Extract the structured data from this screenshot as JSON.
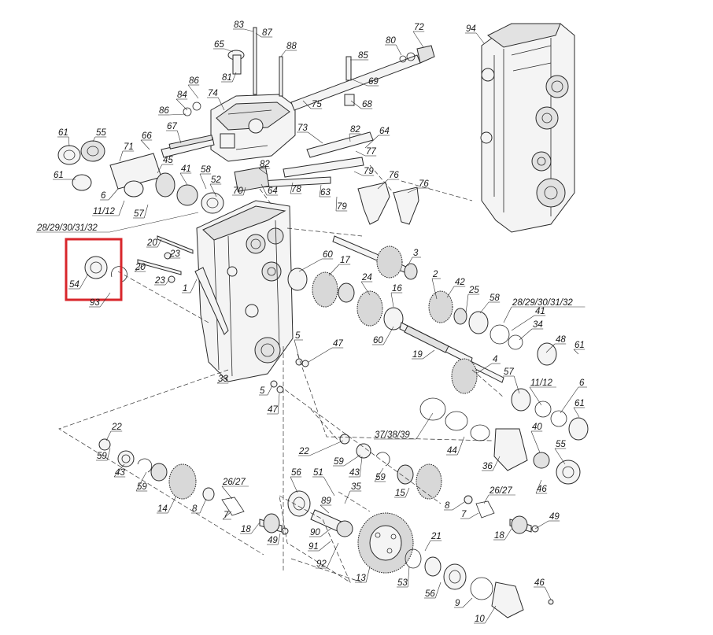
{
  "diagram": {
    "highlight": {
      "color": "#d8262b",
      "labels": [
        "54",
        "93"
      ]
    },
    "callouts": [
      {
        "id": "c83",
        "t": "83"
      },
      {
        "id": "c87",
        "t": "87"
      },
      {
        "id": "c88",
        "t": "88"
      },
      {
        "id": "c72",
        "t": "72"
      },
      {
        "id": "c80",
        "t": "80"
      },
      {
        "id": "c94",
        "t": "94"
      },
      {
        "id": "c65",
        "t": "65"
      },
      {
        "id": "c85",
        "t": "85"
      },
      {
        "id": "c81",
        "t": "81"
      },
      {
        "id": "c69",
        "t": "69"
      },
      {
        "id": "c86a",
        "t": "86"
      },
      {
        "id": "c84",
        "t": "84"
      },
      {
        "id": "c74",
        "t": "74"
      },
      {
        "id": "c75",
        "t": "75"
      },
      {
        "id": "c68",
        "t": "68"
      },
      {
        "id": "c86b",
        "t": "86"
      },
      {
        "id": "c67",
        "t": "67"
      },
      {
        "id": "c73",
        "t": "73"
      },
      {
        "id": "c82a",
        "t": "82"
      },
      {
        "id": "c64a",
        "t": "64"
      },
      {
        "id": "c61a",
        "t": "61"
      },
      {
        "id": "c55a",
        "t": "55"
      },
      {
        "id": "c66",
        "t": "66"
      },
      {
        "id": "c71",
        "t": "71"
      },
      {
        "id": "c77",
        "t": "77"
      },
      {
        "id": "c45",
        "t": "45"
      },
      {
        "id": "c82b",
        "t": "82"
      },
      {
        "id": "c79a",
        "t": "79"
      },
      {
        "id": "c61b",
        "t": "61"
      },
      {
        "id": "c41a",
        "t": "41"
      },
      {
        "id": "c58a",
        "t": "58"
      },
      {
        "id": "c52",
        "t": "52"
      },
      {
        "id": "c70",
        "t": "70"
      },
      {
        "id": "c64b",
        "t": "64"
      },
      {
        "id": "c78",
        "t": "78"
      },
      {
        "id": "c63",
        "t": "63"
      },
      {
        "id": "c76a",
        "t": "76"
      },
      {
        "id": "c76b",
        "t": "76"
      },
      {
        "id": "c6a",
        "t": "6"
      },
      {
        "id": "c1112a",
        "t": "11/12"
      },
      {
        "id": "c57a",
        "t": "57"
      },
      {
        "id": "c79b",
        "t": "79"
      },
      {
        "id": "c2832a",
        "t": "28/29/30/31/32"
      },
      {
        "id": "c20a",
        "t": "20"
      },
      {
        "id": "c23a",
        "t": "23"
      },
      {
        "id": "c3",
        "t": "3"
      },
      {
        "id": "c60a",
        "t": "60"
      },
      {
        "id": "c17",
        "t": "17"
      },
      {
        "id": "c54",
        "t": "54"
      },
      {
        "id": "c20b",
        "t": "20"
      },
      {
        "id": "c23b",
        "t": "23"
      },
      {
        "id": "c1",
        "t": "1"
      },
      {
        "id": "c2",
        "t": "2"
      },
      {
        "id": "c42",
        "t": "42"
      },
      {
        "id": "c24",
        "t": "24"
      },
      {
        "id": "c16",
        "t": "16"
      },
      {
        "id": "c93",
        "t": "93"
      },
      {
        "id": "c25",
        "t": "25"
      },
      {
        "id": "c58b",
        "t": "58"
      },
      {
        "id": "c2832b",
        "t": "28/29/30/31/32"
      },
      {
        "id": "c41b",
        "t": "41"
      },
      {
        "id": "c34",
        "t": "34"
      },
      {
        "id": "c48",
        "t": "48"
      },
      {
        "id": "c61c",
        "t": "61"
      },
      {
        "id": "c5a",
        "t": "5"
      },
      {
        "id": "c47a",
        "t": "47"
      },
      {
        "id": "c60b",
        "t": "60"
      },
      {
        "id": "c19",
        "t": "19"
      },
      {
        "id": "c4",
        "t": "4"
      },
      {
        "id": "c33",
        "t": "33"
      },
      {
        "id": "c57b",
        "t": "57"
      },
      {
        "id": "c1112b",
        "t": "11/12"
      },
      {
        "id": "c6b",
        "t": "6"
      },
      {
        "id": "c5b",
        "t": "5"
      },
      {
        "id": "c47b",
        "t": "47"
      },
      {
        "id": "c61d",
        "t": "61"
      },
      {
        "id": "c40",
        "t": "40"
      },
      {
        "id": "c22a",
        "t": "22"
      },
      {
        "id": "c373839",
        "t": "37/38/39"
      },
      {
        "id": "c44",
        "t": "44"
      },
      {
        "id": "c55b",
        "t": "55"
      },
      {
        "id": "c59a",
        "t": "59"
      },
      {
        "id": "c22b",
        "t": "22"
      },
      {
        "id": "c59b",
        "t": "59"
      },
      {
        "id": "c43a",
        "t": "43"
      },
      {
        "id": "c43b",
        "t": "43"
      },
      {
        "id": "c59c",
        "t": "59"
      },
      {
        "id": "c36",
        "t": "36"
      },
      {
        "id": "c46a",
        "t": "46"
      },
      {
        "id": "c59d",
        "t": "59"
      },
      {
        "id": "c56a",
        "t": "56"
      },
      {
        "id": "c51",
        "t": "51"
      },
      {
        "id": "c35",
        "t": "35"
      },
      {
        "id": "c15",
        "t": "15"
      },
      {
        "id": "c2627a",
        "t": "26/27"
      },
      {
        "id": "c2627b",
        "t": "26/27"
      },
      {
        "id": "c14",
        "t": "14"
      },
      {
        "id": "c8a",
        "t": "8"
      },
      {
        "id": "c7a",
        "t": "7"
      },
      {
        "id": "c89",
        "t": "89"
      },
      {
        "id": "c8b",
        "t": "8"
      },
      {
        "id": "c7b",
        "t": "7"
      },
      {
        "id": "c49a",
        "t": "49"
      },
      {
        "id": "c18a",
        "t": "18"
      },
      {
        "id": "c90",
        "t": "90"
      },
      {
        "id": "c18b",
        "t": "18"
      },
      {
        "id": "c49b",
        "t": "49"
      },
      {
        "id": "c91",
        "t": "91"
      },
      {
        "id": "c21",
        "t": "21"
      },
      {
        "id": "c92",
        "t": "92"
      },
      {
        "id": "c13",
        "t": "13"
      },
      {
        "id": "c53",
        "t": "53"
      },
      {
        "id": "c46b",
        "t": "46"
      },
      {
        "id": "c56b",
        "t": "56"
      },
      {
        "id": "c9",
        "t": "9"
      },
      {
        "id": "c10",
        "t": "10"
      }
    ]
  }
}
